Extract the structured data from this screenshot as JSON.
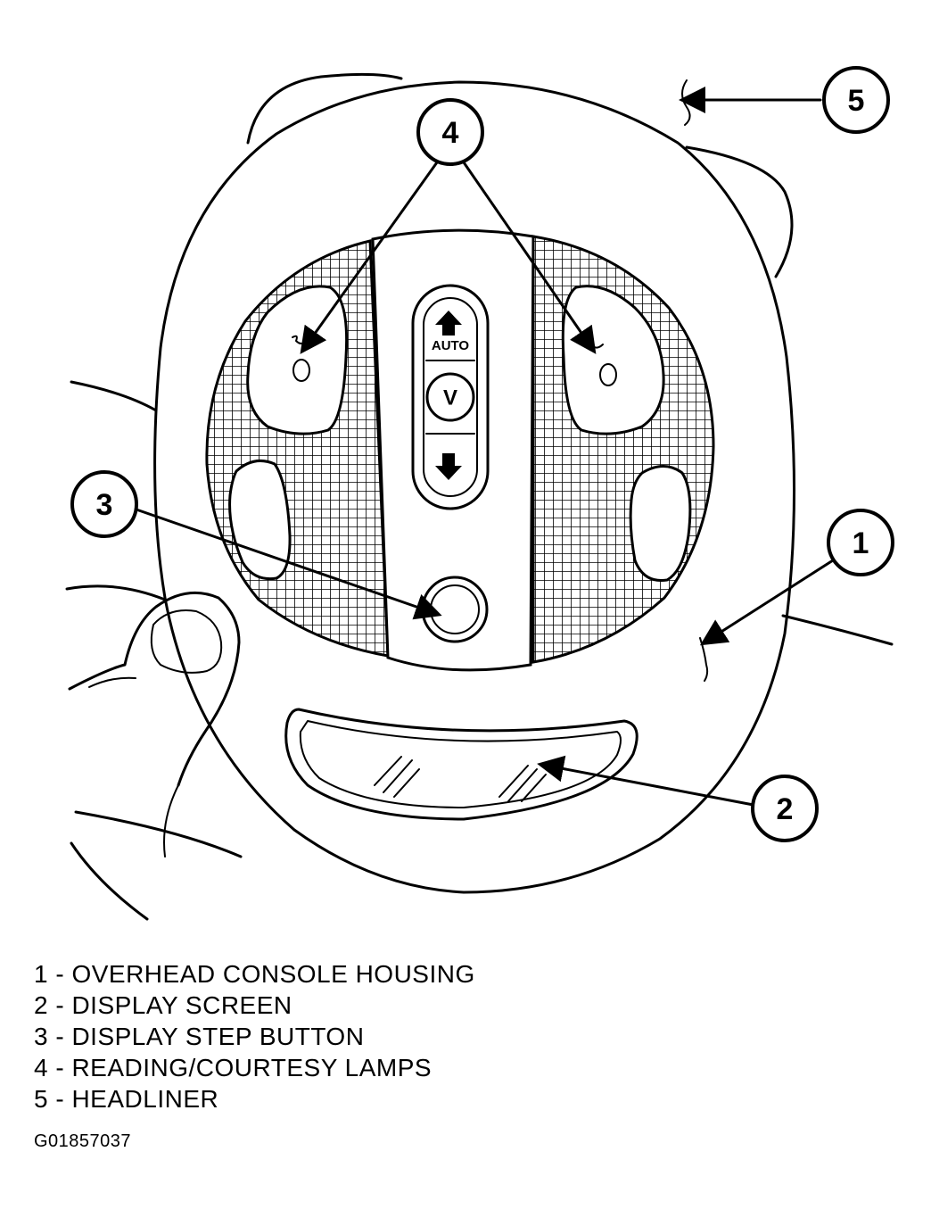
{
  "callouts": {
    "c1": "1",
    "c2": "2",
    "c3": "3",
    "c4": "4",
    "c5": "5"
  },
  "controls": {
    "auto_label": "AUTO",
    "v_label": "V"
  },
  "legend": [
    {
      "text": "1 - OVERHEAD CONSOLE HOUSING"
    },
    {
      "text": "2 - DISPLAY SCREEN"
    },
    {
      "text": "3 - DISPLAY STEP BUTTON"
    },
    {
      "text": "4 - READING/COURTESY LAMPS"
    },
    {
      "text": "5 - HEADLINER"
    }
  ],
  "figure_id": "G01857037",
  "colors": {
    "ink": "#000000",
    "paper": "#ffffff"
  }
}
